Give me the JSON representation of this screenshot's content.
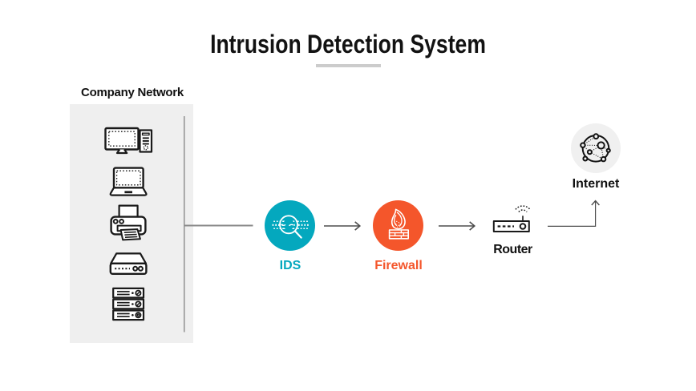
{
  "title": {
    "text": "Intrusion Detection System"
  },
  "colors": {
    "ids_teal": "#04a8be",
    "firewall_orange": "#f4562b",
    "panel_gray": "#efefef",
    "internet_gray": "#f0f0f0",
    "connector_gray": "#8a8a8a",
    "arrow_dark": "#4d4d4d",
    "icon_black": "#1a1a1a",
    "title_color": "#121212",
    "underline_gray": "#cccccc"
  },
  "network_panel": {
    "label": "Company Network",
    "devices": [
      {
        "name": "desktop-computer"
      },
      {
        "name": "laptop"
      },
      {
        "name": "printer"
      },
      {
        "name": "network-switch"
      },
      {
        "name": "server-rack"
      }
    ]
  },
  "nodes": {
    "ids": {
      "label": "IDS"
    },
    "firewall": {
      "label": "Firewall"
    },
    "router": {
      "label": "Router"
    },
    "internet": {
      "label": "Internet"
    }
  }
}
